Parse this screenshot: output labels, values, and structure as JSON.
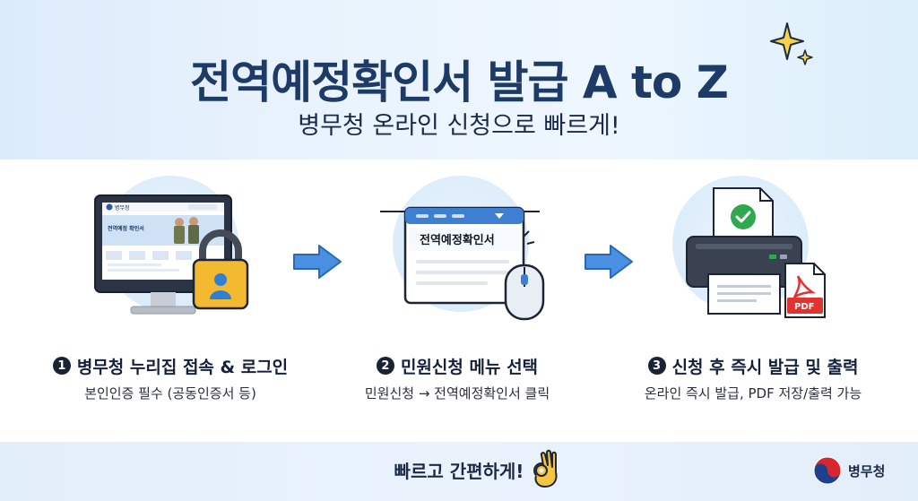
{
  "header": {
    "title": "전역예정확인서 발급 A to Z",
    "subtitle": "병무청 온라인 신청으로 빠르게!"
  },
  "steps": [
    {
      "number": "1",
      "title": "병무청 누리집 접속 & 로그인",
      "description": "본인인증 필수 (공동인증서 등)",
      "icon": "monitor-lock-icon",
      "screen_brand": "병무청",
      "screen_banner": "전역예정 확인서"
    },
    {
      "number": "2",
      "title": "민원신청 메뉴 선택",
      "description": "민원신청 → 전역예정확인서 클릭",
      "icon": "menu-click-icon",
      "menu_label": "전역예정확인서"
    },
    {
      "number": "3",
      "title": "신청 후 즉시 발급 및 출력",
      "description": "온라인 즉시 발급, PDF 저장/출력 가능",
      "icon": "printer-pdf-icon",
      "pdf_label": "PDF"
    }
  ],
  "footer": {
    "text": "빠르고 간편하게!",
    "logo_text": "병무청",
    "icon": "ok-hand-icon"
  },
  "colors": {
    "title": "#1d3b66",
    "arrow": "#3d83d9",
    "pdf_red": "#e0322f",
    "check_green": "#2fa84f",
    "lock_yellow": "#f3b930"
  }
}
